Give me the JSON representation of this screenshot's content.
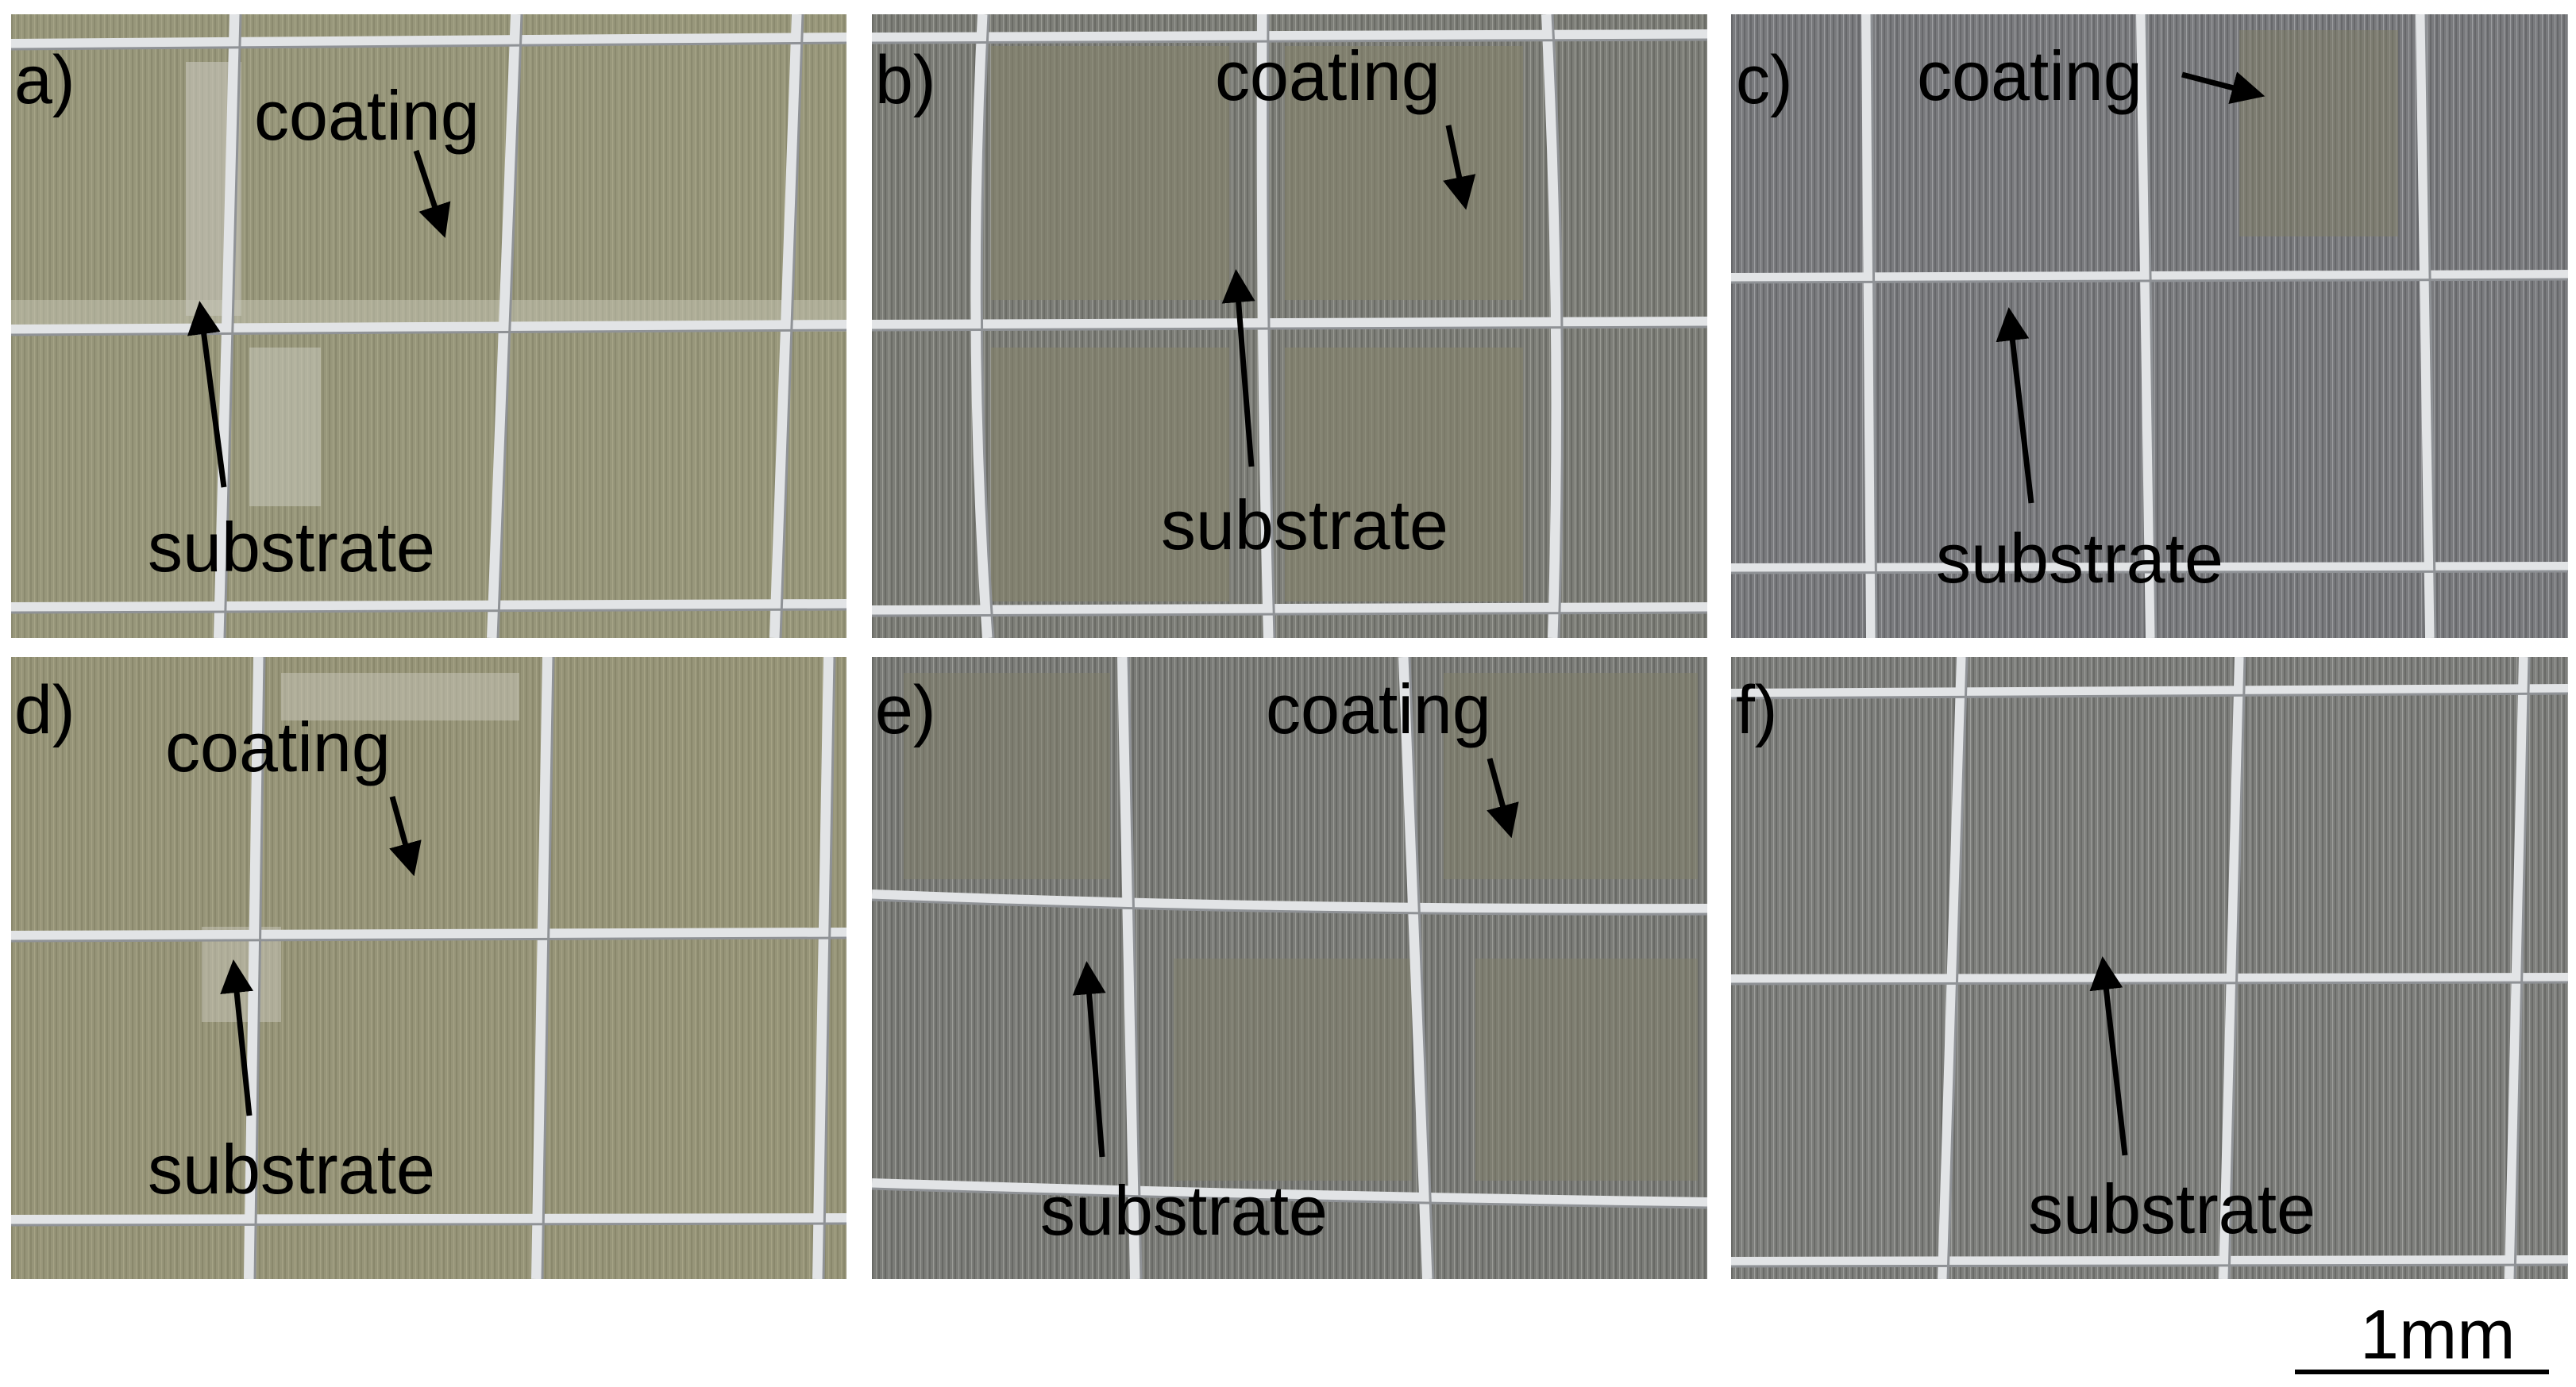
{
  "panels": [
    {
      "id": "a",
      "label": "a)",
      "coating": "coating",
      "substrate": "substrate"
    },
    {
      "id": "b",
      "label": "b)",
      "coating": "coating",
      "substrate": "substrate"
    },
    {
      "id": "c",
      "label": "c)",
      "coating": "coating",
      "substrate": "substrate"
    },
    {
      "id": "d",
      "label": "d)",
      "coating": "coating",
      "substrate": "substrate"
    },
    {
      "id": "e",
      "label": "e)",
      "coating": "coating",
      "substrate": "substrate"
    },
    {
      "id": "f",
      "label": "f)",
      "substrate": "substrate"
    }
  ],
  "scale_bar": {
    "label": "1mm"
  },
  "colors": {
    "coating_olive": "#8b8a6a",
    "metal_gray": "#7e7f80",
    "wire_silver": "#d9dbde",
    "background": "#ffffff"
  }
}
